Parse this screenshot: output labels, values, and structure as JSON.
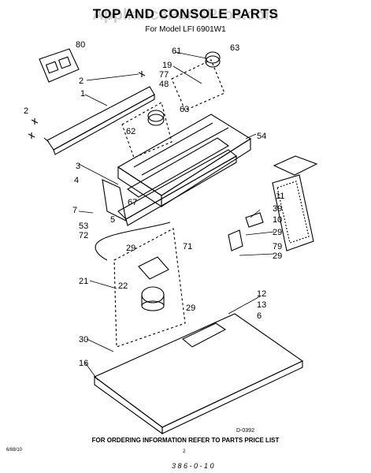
{
  "header": {
    "title": "TOP AND CONSOLE PARTS",
    "model": "For Model LFI 6901W1",
    "watermark": "AppliancePartsPros.com"
  },
  "diagram": {
    "code": "D-0392",
    "footer": "FOR ORDERING INFORMATION REFER TO PARTS PRICE LIST",
    "left_code": "6/88/10",
    "page_number": "2",
    "scribble": "3 8 6 - 0 - 1 0"
  },
  "callouts": [
    "80",
    "2",
    "1",
    "2",
    "61",
    "19",
    "77",
    "48",
    "63",
    "63",
    "62",
    "54",
    "3",
    "4",
    "7",
    "5",
    "67",
    "53",
    "72",
    "29",
    "71",
    "39",
    "10",
    "11",
    "29",
    "79",
    "29",
    "21",
    "22",
    "29",
    "12",
    "13",
    "6",
    "30",
    "16"
  ],
  "colors": {
    "line": "#000000",
    "watermark": "#969696",
    "background": "#ffffff"
  }
}
